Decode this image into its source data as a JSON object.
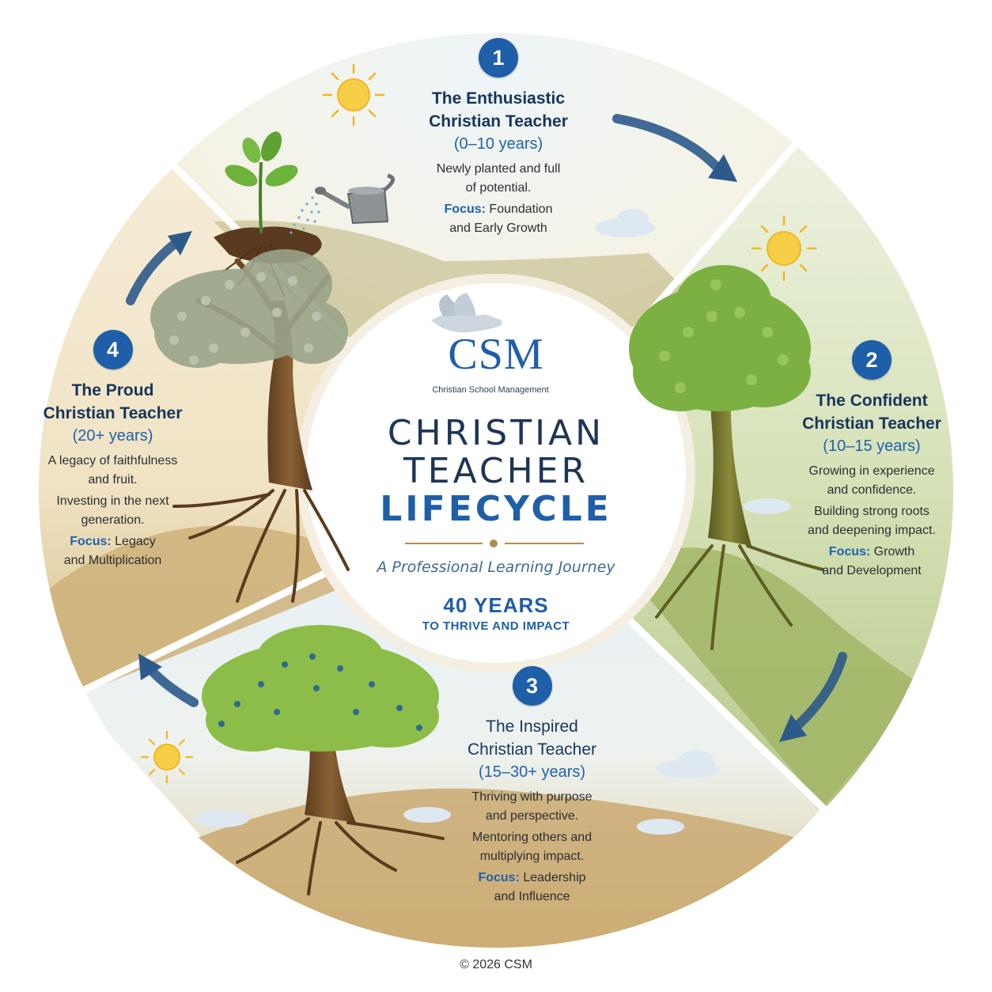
{
  "brand": {
    "logo_text": "CSM",
    "logo_subtitle": "Christian School Management",
    "logo_icon": "dove-icon"
  },
  "title": {
    "line1": "CHRISTIAN",
    "line2": "TEACHER",
    "line3": "LIFECYCLE"
  },
  "tagline": "A Professional Learning Journey",
  "years_headline": "40 YEARS",
  "years_subline": "TO THRIVE AND IMPACT",
  "colors": {
    "navy": "#17355c",
    "accent_blue": "#1f5ea8",
    "gold": "#b08d4e",
    "sun": "#f7cf47"
  },
  "stages": [
    {
      "number": "1",
      "title_lines": [
        "The Enthusiastic",
        "Christian Teacher"
      ],
      "years": "(0–10 years)",
      "description": [
        [
          "Newly planted and full",
          "of potential."
        ]
      ],
      "focus_label": "Focus:",
      "focus_lines": [
        " Foundation",
        "and Early Growth"
      ],
      "illustration": "sapling-with-watering-can"
    },
    {
      "number": "2",
      "title_lines": [
        "The Confident",
        "Christian Teacher"
      ],
      "years": "(10–15 years)",
      "description": [
        [
          "Growing in experience",
          "and confidence."
        ],
        [
          "Building strong roots",
          "and deepening impact."
        ]
      ],
      "focus_label": "Focus:",
      "focus_lines": [
        " Growth",
        "and Development"
      ],
      "illustration": "young-tree"
    },
    {
      "number": "3",
      "title_lines": [
        "The Inspired",
        "Christian Teacher"
      ],
      "years": "(15–30+ years)",
      "description": [
        [
          "Thriving with purpose",
          "and perspective."
        ],
        [
          "Mentoring others and",
          "multiplying impact."
        ]
      ],
      "focus_label": "Focus:",
      "focus_lines": [
        " Leadership",
        "and Influence"
      ],
      "illustration": "fruiting-tree"
    },
    {
      "number": "4",
      "title_lines": [
        "The Proud",
        "Christian Teacher"
      ],
      "years": "(20+ years)",
      "description": [
        [
          "A legacy of faithfulness",
          "and fruit."
        ],
        [
          "Investing in the next",
          "generation."
        ]
      ],
      "focus_label": "Focus:",
      "focus_lines": [
        " Legacy",
        "and Multiplication"
      ],
      "illustration": "mature-tree"
    }
  ],
  "copyright": "© 2026 CSM"
}
